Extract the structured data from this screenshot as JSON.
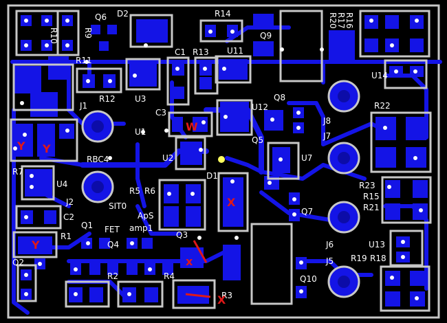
{
  "board": {
    "labels": [
      "Q6",
      "D2",
      "R14",
      "R16",
      "R17",
      "R20",
      "R10",
      "R9",
      "Q9",
      "U11",
      "R11",
      "C1",
      "R13",
      "R12",
      "U3",
      "U14",
      "J1",
      "C3",
      "U12",
      "Q8",
      "R22",
      "J8",
      "U1",
      "Q5",
      "J7",
      "RBC4",
      "U2",
      "U7",
      "R7",
      "D1",
      "U4",
      "R23",
      "R15",
      "R21",
      "J2",
      "R5",
      "R6",
      "C2",
      "Q7",
      "Q1",
      "Q4",
      "Q3",
      "R1",
      "J6",
      "U13",
      "R19",
      "R18",
      "J5",
      "Q2",
      "Q10",
      "R2",
      "R4",
      "R3",
      "SIT0",
      "ApS",
      "FET",
      "amp1"
    ],
    "markers": [
      "Y",
      "Y",
      "W",
      "X",
      "Y",
      "x",
      "X"
    ],
    "outline_color": "#c8c8c8",
    "copper_color": "#1414e6",
    "marker_color": "#e01818"
  }
}
